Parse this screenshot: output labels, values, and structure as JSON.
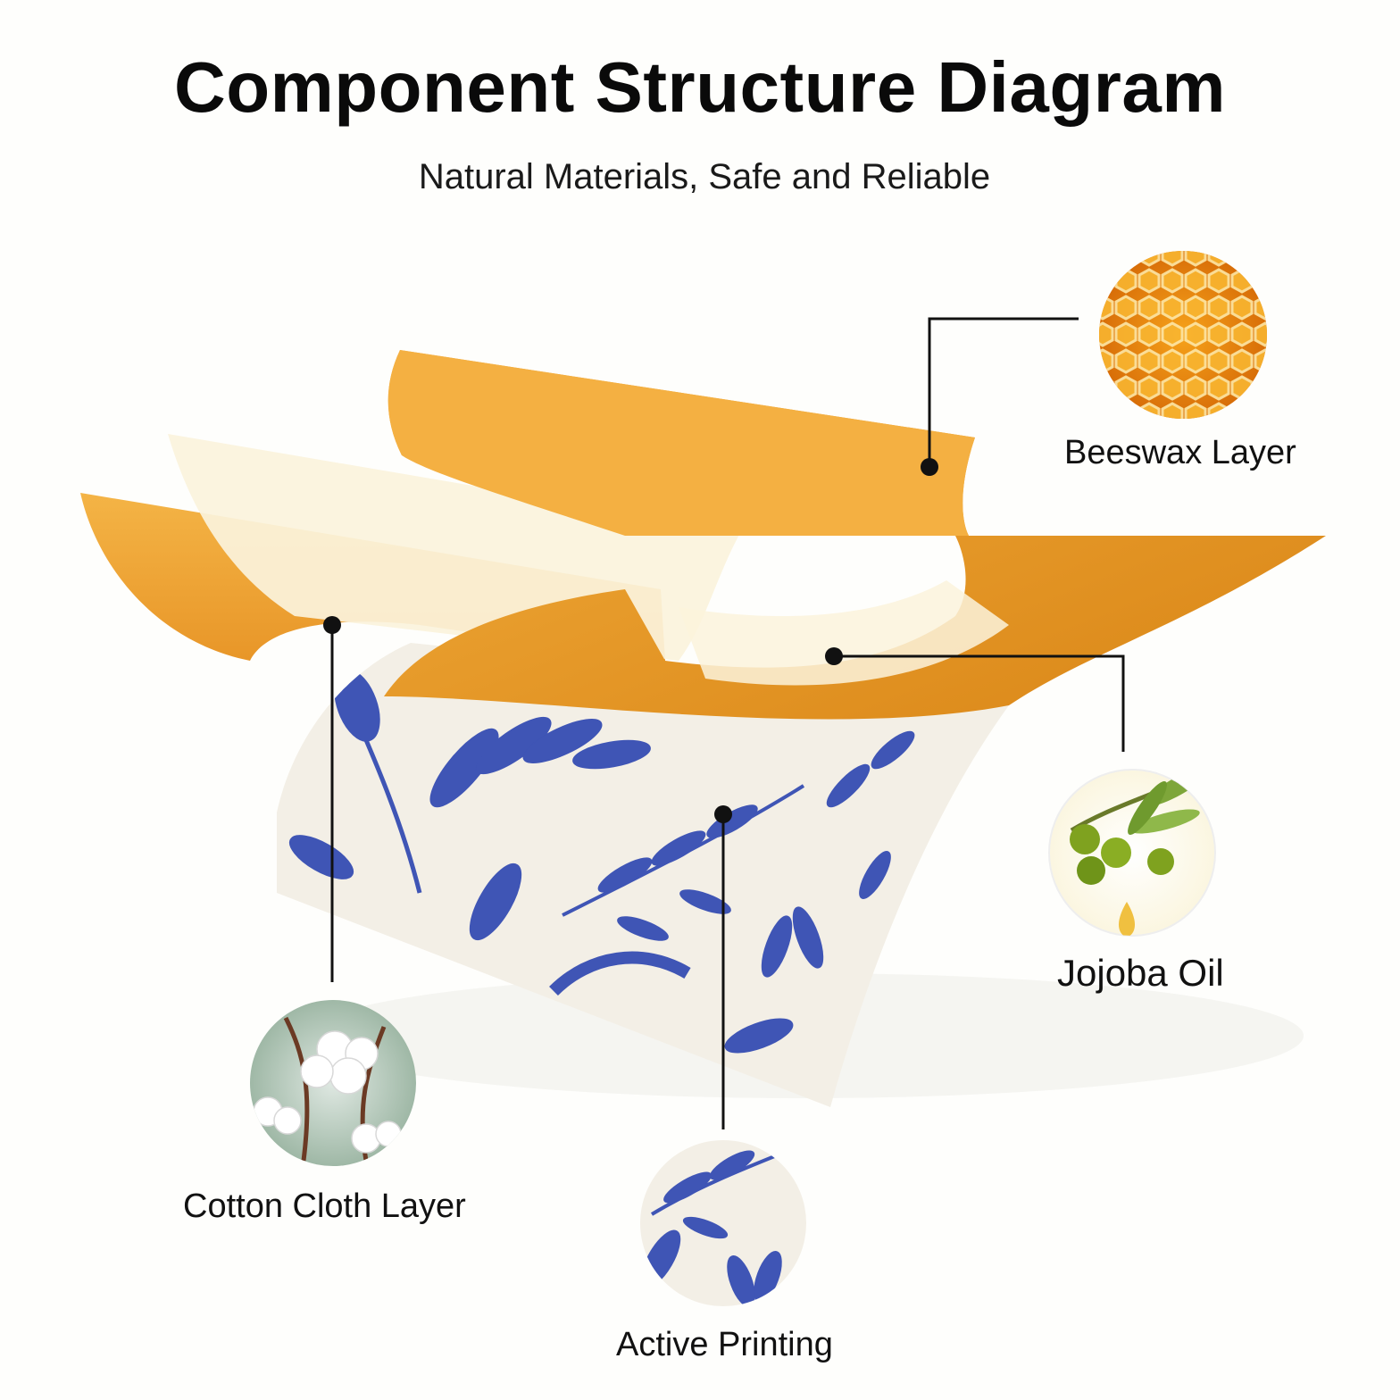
{
  "header": {
    "title": "Component Structure Diagram",
    "subtitle": "Natural Materials, Safe and Reliable"
  },
  "layers": [
    {
      "id": "beeswax",
      "label": "Beeswax Layer",
      "icon": "honeycomb-icon"
    },
    {
      "id": "jojoba",
      "label": "Jojoba Oil",
      "icon": "olive-branch-icon"
    },
    {
      "id": "cotton",
      "label": "Cotton Cloth Layer",
      "icon": "cotton-boll-icon"
    },
    {
      "id": "printing",
      "label": "Active Printing",
      "icon": "floral-pattern-icon"
    }
  ],
  "colors": {
    "beeswax": "#f0a93a",
    "beeswax_dark": "#e08a1c",
    "oil_sheet": "#fbf3dc",
    "print_blue": "#3f55b5",
    "cloth": "#f3efe6",
    "leader_line": "#111111"
  }
}
